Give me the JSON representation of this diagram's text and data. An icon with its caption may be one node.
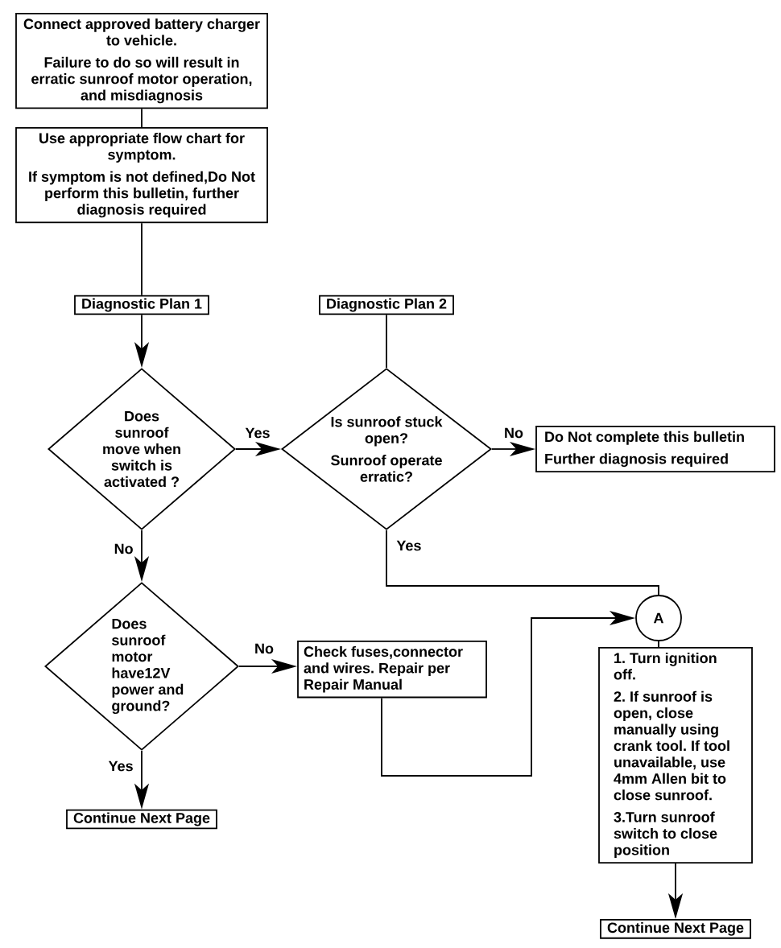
{
  "diagram": {
    "nodes": [
      {
        "text": [
          "Connect approved battery charger to vehicle.",
          "Failure to do so will result in erratic sunroof motor operation, and misdiagnosis"
        ]
      },
      {
        "text": [
          "Use appropriate flow chart for symptom.",
          "If symptom is not defined,Do Not perform this bulletin, further diagnosis required"
        ]
      },
      {
        "text": [
          "Diagnostic Plan 1"
        ]
      },
      {
        "text": [
          "Diagnostic Plan 2"
        ]
      },
      {
        "text": [
          "Does sunroof move when switch is activated ?"
        ]
      },
      {
        "text": [
          "Is sunroof stuck open?",
          "Sunroof operate erratic?"
        ]
      },
      {
        "text": [
          "Do Not complete this bulletin",
          "Further diagnosis required"
        ]
      },
      {
        "text": [
          "Does sunroof motor have12V power and ground?"
        ]
      },
      {
        "text": [
          "Check fuses,connector and wires. Repair per Repair Manual"
        ]
      },
      {
        "text": [
          "Continue Next Page"
        ]
      },
      {
        "text": [
          "A"
        ]
      },
      {
        "text": [
          "1. Turn ignition off.",
          "2. If sunroof is open, close manually using crank tool. If tool unavailable, use 4mm Allen bit to close sunroof.",
          "3.Turn sunroof switch to close position"
        ]
      },
      {
        "text": [
          "Continue Next Page"
        ]
      }
    ],
    "edges": [
      {
        "from": 0,
        "to": 1,
        "arrow": "none"
      },
      {
        "from": 1,
        "to": 2,
        "arrow": "none"
      },
      {
        "from": 2,
        "to": 4,
        "arrow": "to"
      },
      {
        "from": 3,
        "to": 5,
        "arrow": "none"
      },
      {
        "from": 4,
        "to": 5,
        "arrow": "to",
        "label": "Yes"
      },
      {
        "from": 5,
        "to": 6,
        "arrow": "to",
        "label": "No"
      },
      {
        "from": 4,
        "to": 7,
        "arrow": "to",
        "label": "No"
      },
      {
        "from": 7,
        "to": 8,
        "arrow": "to",
        "label": "No"
      },
      {
        "from": 7,
        "to": 9,
        "arrow": "to",
        "label": "Yes"
      },
      {
        "from": 5,
        "to": 10,
        "arrow": "none",
        "label": "Yes"
      },
      {
        "from": 8,
        "to": 10,
        "arrow": "to"
      },
      {
        "from": 10,
        "to": 11,
        "arrow": "none"
      },
      {
        "from": 11,
        "to": 12,
        "arrow": "to"
      }
    ]
  }
}
